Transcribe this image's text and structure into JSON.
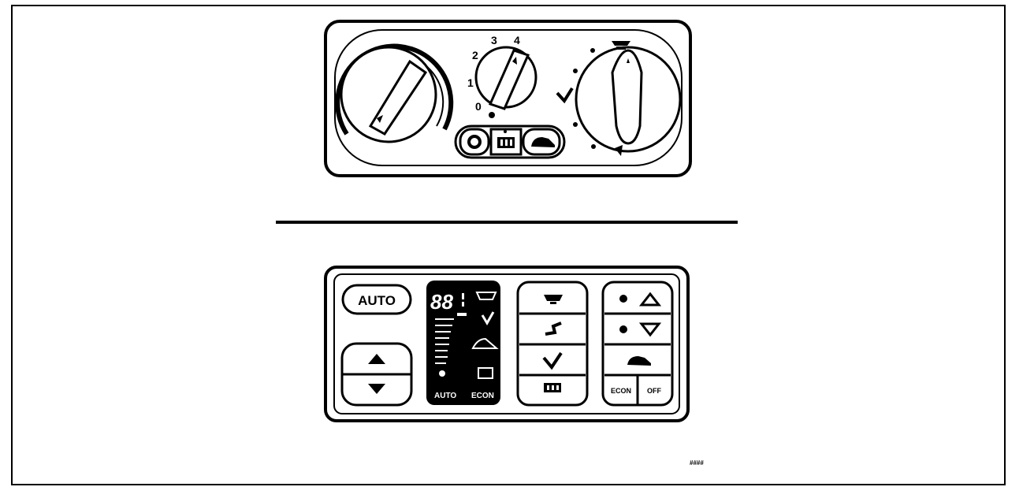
{
  "manual_panel": {
    "fan_speeds": [
      "0",
      "1",
      "2",
      "3",
      "4"
    ],
    "buttons": [
      {
        "name": "ac-button",
        "icon": "snowflake-icon"
      },
      {
        "name": "rear-defrost-button",
        "icon": "rear-defrost-icon"
      },
      {
        "name": "recirculation-button",
        "icon": "recirculation-icon"
      }
    ]
  },
  "auto_panel": {
    "auto_label": "AUTO",
    "display": {
      "temp_digits": "88",
      "mode_auto": "AUTO",
      "mode_econ": "ECON"
    },
    "econ_label": "ECON",
    "off_label": "OFF"
  },
  "figure_code": "####"
}
